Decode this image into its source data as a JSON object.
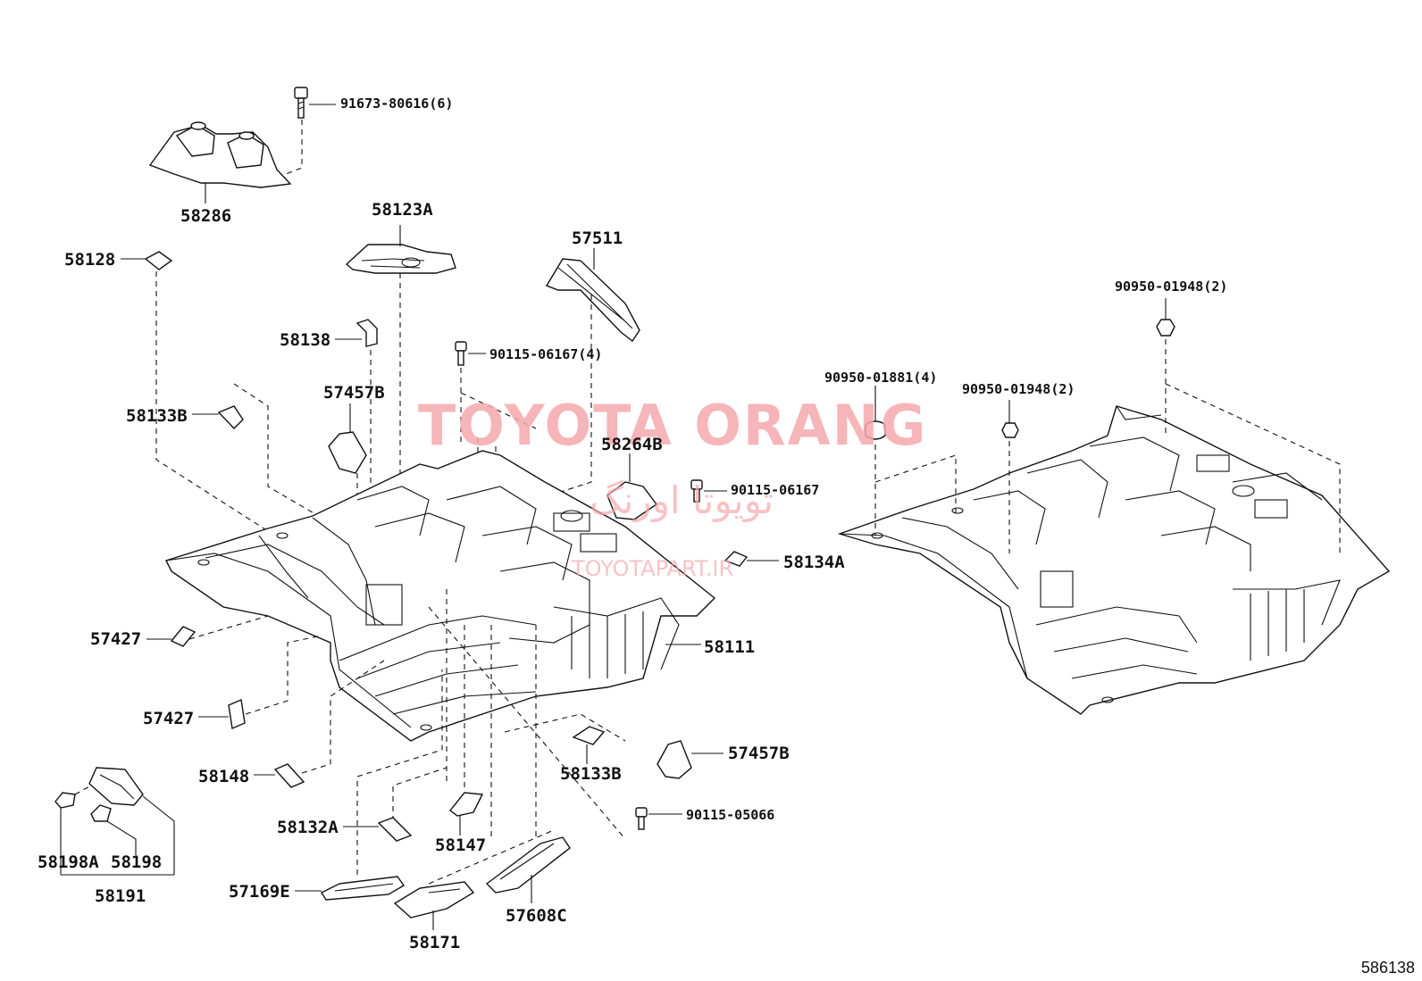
{
  "watermark": {
    "title": "TOYOTA ORANG",
    "persian": "تویوتا اورنگ",
    "site": "TOYOTAPART.IR"
  },
  "diagram_code": "586138",
  "parts": {
    "p91673": "91673-80616(6)",
    "p58286": "58286",
    "p58123A": "58123A",
    "p57511": "57511",
    "p58128": "58128",
    "p58138": "58138",
    "p90115_06167_4": "90115-06167(4)",
    "p57457B_top": "57457B",
    "p58133B_left": "58133B",
    "p58264B": "58264B",
    "p90115_06167": "90115-06167",
    "p58134A": "58134A",
    "p57427_a": "57427",
    "p58111": "58111",
    "p57427_b": "57427",
    "p58148": "58148",
    "p58133B_bottom": "58133B",
    "p57457B_bottom": "57457B",
    "p58132A": "58132A",
    "p90115_05066": "90115-05066",
    "p58147": "58147",
    "p58198A": "58198A",
    "p58198": "58198",
    "p58191": "58191",
    "p57169E": "57169E",
    "p57608C": "57608C",
    "p58171": "58171",
    "p90950_01948_top": "90950-01948(2)",
    "p90950_01881": "90950-01881(4)",
    "p90950_01948_mid": "90950-01948(2)"
  }
}
